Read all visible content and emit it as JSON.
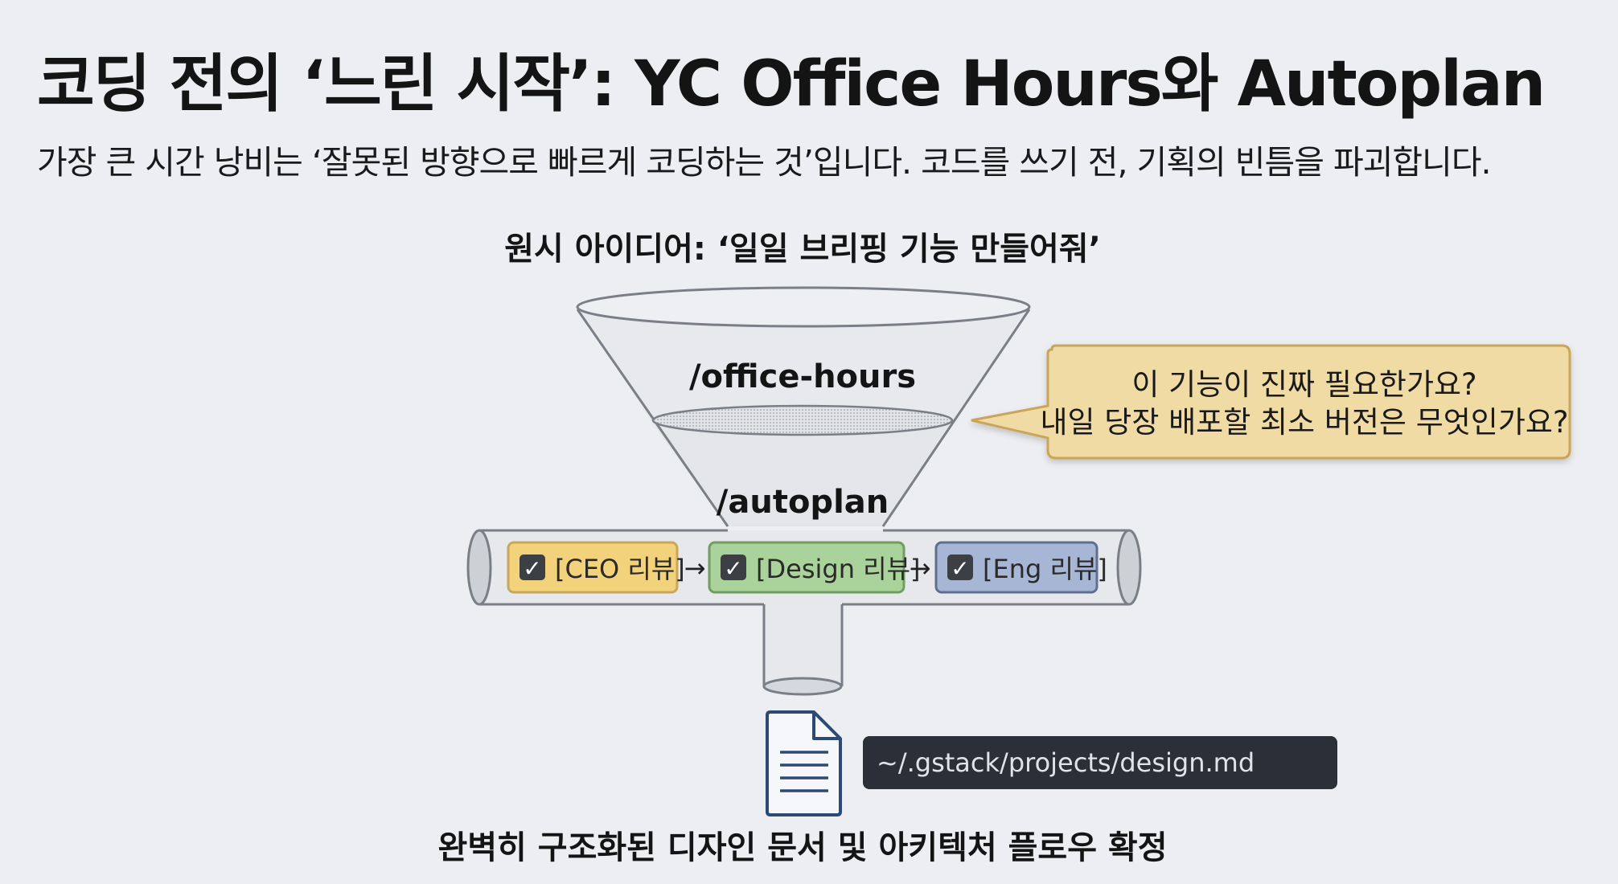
{
  "header": {
    "title": "코딩 전의 ‘느린 시작’: YC Office Hours와 Autoplan",
    "subtitle": "가장 큰 시간 낭비는 ‘잘못된 방향으로 빠르게 코딩하는 것’입니다. 코드를 쓰기 전, 기획의 빈틈을 파괴합니다."
  },
  "diagram": {
    "input_label": "원시 아이디어: ‘일일 브리핑 기능 만들어줘’",
    "stage1_label": "/office-hours",
    "stage2_label": "/autoplan",
    "callout": {
      "line1": "이 기능이 진짜 필요한가요?",
      "line2": "내일 당장 배포할 최소 버전은 무엇인가요?"
    },
    "reviews": [
      {
        "label": "[CEO 리뷰]",
        "color": "#f3d27c"
      },
      {
        "label": "[Design 리뷰]",
        "color": "#a9d39a"
      },
      {
        "label": "[Eng 리뷰]",
        "color": "#a6b6d4"
      }
    ],
    "arrow_glyph": "→",
    "check_glyph": "✓",
    "file_path": "~/.gstack/projects/design.md",
    "output_label": "완벽히 구조화된 디자인 문서 및 아키텍처 플로우 확정"
  },
  "colors": {
    "background": "#eceef1",
    "callout_fill": "#f0dba4",
    "callout_stroke": "#c9a65a",
    "terminal_fill": "#2b3038",
    "terminal_text": "#dfe3ea",
    "document_stroke": "#2d4a72"
  },
  "icons": {
    "checkbox": "checkbox-checked-icon",
    "document": "document-icon",
    "arrow": "arrow-right-icon"
  }
}
